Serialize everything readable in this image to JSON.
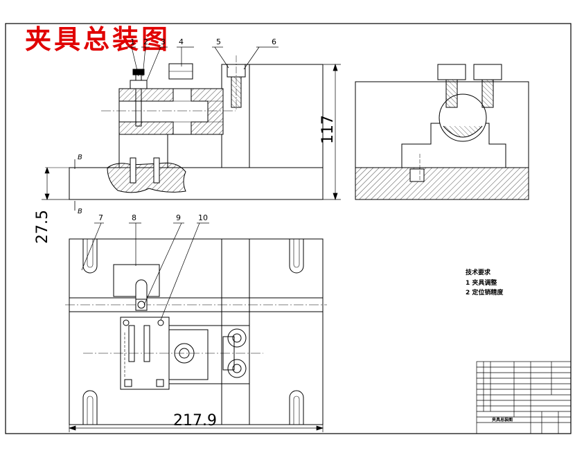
{
  "title": "夹具总装图",
  "part_labels": [
    "1",
    "2",
    "3",
    "4",
    "5",
    "6",
    "7",
    "8",
    "9",
    "10"
  ],
  "dimensions": {
    "height_right": "117",
    "height_left": "27.5",
    "width_bottom": "217.9"
  },
  "section_mark": "B",
  "notes": {
    "heading": "技术要求",
    "items": [
      "1 夹具调整",
      "2 定位销精度"
    ]
  },
  "title_block": {
    "drawing_name": "夹具总装图"
  }
}
